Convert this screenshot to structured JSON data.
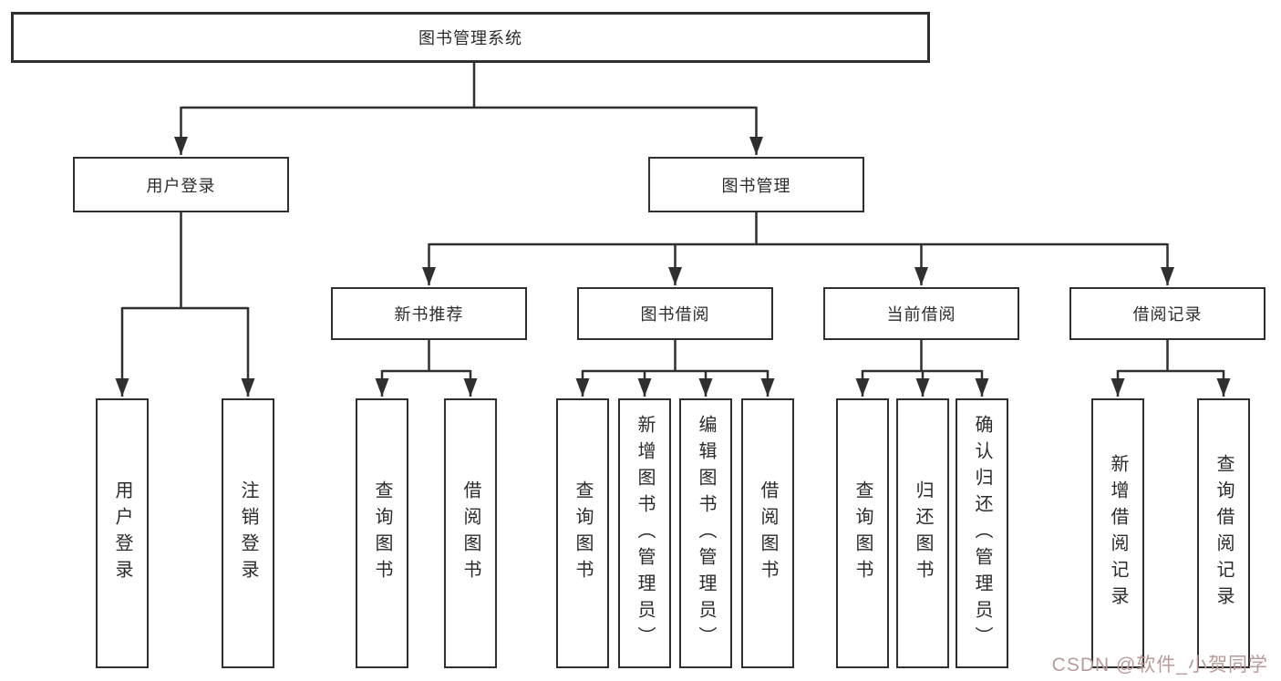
{
  "tree": {
    "root": "图书管理系统",
    "branches": [
      {
        "label": "用户登录",
        "children": [
          "用户登录",
          "注销登录"
        ]
      },
      {
        "label": "图书管理",
        "groups": [
          {
            "label": "新书推荐",
            "children": [
              "查询图书",
              "借阅图书"
            ]
          },
          {
            "label": "图书借阅",
            "children": [
              "查询图书",
              "新增图书（管理员）",
              "编辑图书（管理员）",
              "借阅图书"
            ]
          },
          {
            "label": "当前借阅",
            "children": [
              "查询图书",
              "归还图书",
              "确认归还（管理员）"
            ]
          },
          {
            "label": "借阅记录",
            "children": [
              "新增借阅记录",
              "查询借阅记录"
            ]
          }
        ]
      }
    ]
  },
  "watermark": {
    "text": "CSDN @软件_小贺同学",
    "color": "#b99a9a"
  },
  "colors": {
    "line": "#2f2f2f",
    "text": "#2b2b2b",
    "background": "#ffffff"
  }
}
